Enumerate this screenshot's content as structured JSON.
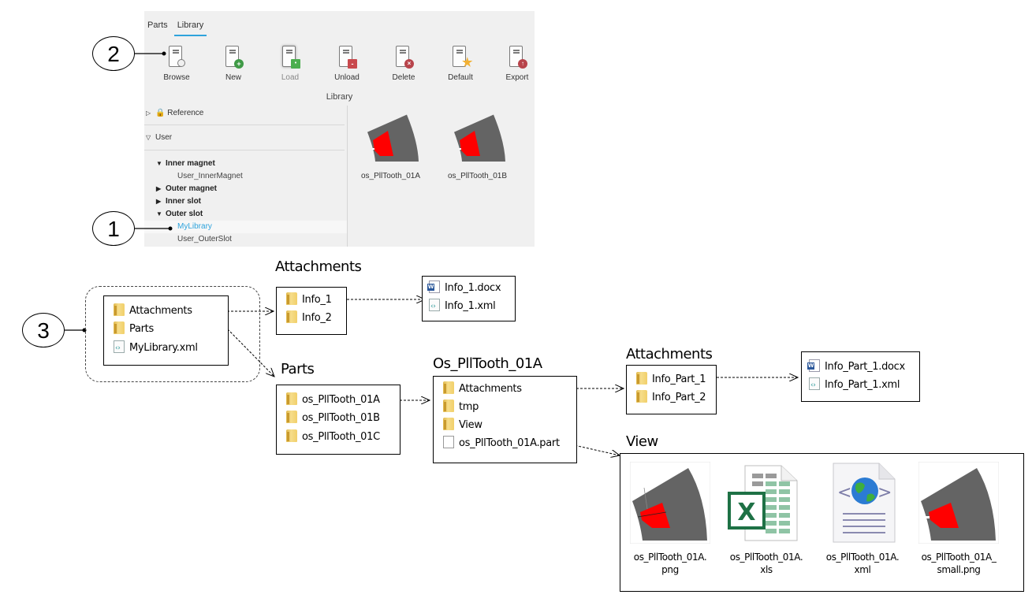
{
  "app": {
    "tabs": [
      {
        "label": "Parts",
        "active": false
      },
      {
        "label": "Library",
        "active": true
      }
    ],
    "ribbon": {
      "group_label": "Library",
      "buttons": [
        {
          "label": "Browse",
          "icon": "book-search-icon",
          "enabled": true
        },
        {
          "label": "New",
          "icon": "book-add-icon",
          "enabled": true
        },
        {
          "label": "Load",
          "icon": "book-load-icon",
          "enabled": false
        },
        {
          "label": "Unload",
          "icon": "book-unload-icon",
          "enabled": true
        },
        {
          "label": "Delete",
          "icon": "book-delete-icon",
          "enabled": true
        },
        {
          "label": "Default",
          "icon": "book-star-icon",
          "enabled": true
        },
        {
          "label": "Export",
          "icon": "book-export-icon",
          "enabled": true
        }
      ]
    },
    "tree": {
      "sections": [
        {
          "label": "Reference",
          "expanded": false,
          "locked": true
        },
        {
          "label": "User",
          "expanded": true,
          "locked": false
        }
      ],
      "nodes": [
        {
          "label": "Inner magnet",
          "type": "category",
          "expanded": true
        },
        {
          "label": "User_InnerMagnet",
          "type": "library"
        },
        {
          "label": "Outer magnet",
          "type": "category",
          "expanded": false
        },
        {
          "label": "Inner slot",
          "type": "category",
          "expanded": false
        },
        {
          "label": "Outer slot",
          "type": "category",
          "expanded": true
        },
        {
          "label": "MyLibrary",
          "type": "library",
          "selected": true
        },
        {
          "label": "User_OuterSlot",
          "type": "library"
        }
      ]
    },
    "thumbnails": [
      {
        "label": "os_PllTooth_01A"
      },
      {
        "label": "os_PllTooth_01B"
      }
    ],
    "colors": {
      "accent": "#2ea3dc",
      "part_gray": "#646464",
      "part_red": "#ff0000"
    }
  },
  "callouts": [
    "1",
    "2",
    "3"
  ],
  "filesystem": {
    "root": {
      "items": [
        {
          "label": "Attachments",
          "type": "folder"
        },
        {
          "label": "Parts",
          "type": "folder"
        },
        {
          "label": "MyLibrary.xml",
          "type": "xml"
        }
      ]
    },
    "attachments": {
      "title": "Attachments",
      "items": [
        {
          "label": "Info_1",
          "type": "folder"
        },
        {
          "label": "Info_2",
          "type": "folder"
        }
      ]
    },
    "info1": {
      "items": [
        {
          "label": "Info_1.docx",
          "type": "docx"
        },
        {
          "label": "Info_1.xml",
          "type": "xml"
        }
      ]
    },
    "parts": {
      "title": "Parts",
      "items": [
        {
          "label": "os_PllTooth_01A",
          "type": "folder"
        },
        {
          "label": "os_PllTooth_01B",
          "type": "folder"
        },
        {
          "label": "os_PllTooth_01C",
          "type": "folder"
        }
      ]
    },
    "part": {
      "title": "Os_PllTooth_01A",
      "items": [
        {
          "label": "Attachments",
          "type": "folder"
        },
        {
          "label": "tmp",
          "type": "folder"
        },
        {
          "label": "View",
          "type": "folder"
        },
        {
          "label": "os_PllTooth_01A.part",
          "type": "file"
        }
      ]
    },
    "part_attachments": {
      "title": "Attachments",
      "items": [
        {
          "label": "Info_Part_1",
          "type": "folder"
        },
        {
          "label": "Info_Part_2",
          "type": "folder"
        }
      ]
    },
    "info_part1": {
      "items": [
        {
          "label": "Info_Part_1.docx",
          "type": "docx"
        },
        {
          "label": "Info_Part_1.xml",
          "type": "xml"
        }
      ]
    },
    "view": {
      "title": "View",
      "items": [
        {
          "line1": "os_PllTooth_01A.",
          "line2": "png",
          "type": "png-image"
        },
        {
          "line1": "os_PllTooth_01A.",
          "line2": "xls",
          "type": "excel"
        },
        {
          "line1": "os_PllTooth_01A.",
          "line2": "xml",
          "type": "xml-web"
        },
        {
          "line1": "os_PllTooth_01A_",
          "line2": "small.png",
          "type": "png-image"
        }
      ]
    }
  }
}
